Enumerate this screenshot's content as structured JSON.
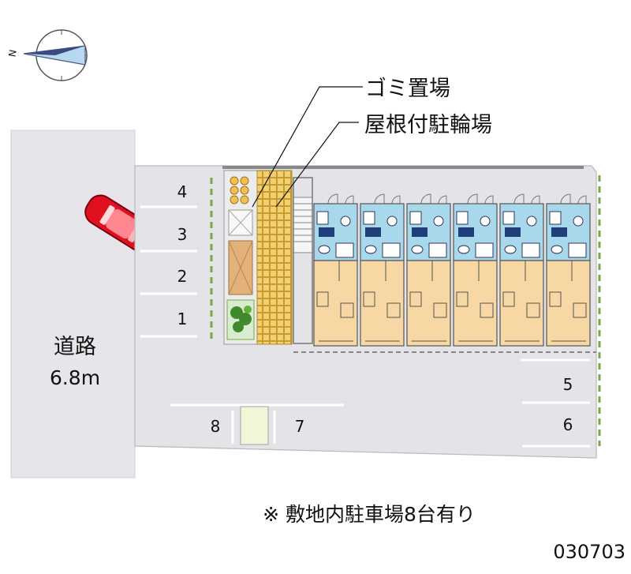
{
  "labels": {
    "garbage": "ゴミ置場",
    "bike": "屋根付駐輪場",
    "road_name": "道路",
    "road_width": "6.8m",
    "footnote": "※ 敷地内駐車場8台有り",
    "code": "030703",
    "compass_n": "N"
  },
  "parking": [
    {
      "label": "4"
    },
    {
      "label": "3"
    },
    {
      "label": "2"
    },
    {
      "label": "1"
    },
    {
      "label": "5"
    },
    {
      "label": "6"
    },
    {
      "label": "7"
    },
    {
      "label": "8"
    }
  ],
  "colors": {
    "road": "#e8e5ea",
    "lot": "#e4e4e8",
    "kitchen_bath": "#a8d8ec",
    "living": "#f7d7a3",
    "brick": "#e7c45a",
    "wall": "#999999",
    "green": "#7aa842",
    "car": "#e01020"
  },
  "units": 6
}
